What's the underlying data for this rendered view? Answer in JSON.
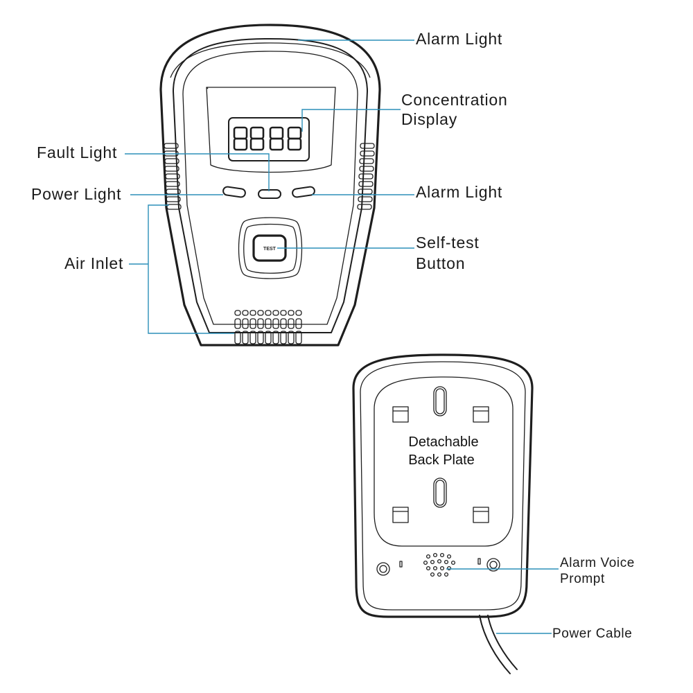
{
  "labels": {
    "alarm_light_top": "Alarm Light",
    "concentration_display_1": "Concentration",
    "concentration_display_2": "Display",
    "fault_light": "Fault Light",
    "power_light": "Power Light",
    "alarm_light_right": "Alarm Light",
    "air_inlet": "Air Inlet",
    "self_test_1": "Self-test",
    "self_test_2": "Button",
    "back_plate_1": "Detachable",
    "back_plate_2": "Back Plate",
    "alarm_voice_1": "Alarm Voice",
    "alarm_voice_2": "Prompt",
    "power_cable": "Power Cable"
  },
  "device": {
    "display_digits": "8888",
    "test_button_label": "TEST"
  },
  "colors": {
    "leader_line": "#2b8fb8",
    "outline": "#1e1e1e"
  }
}
